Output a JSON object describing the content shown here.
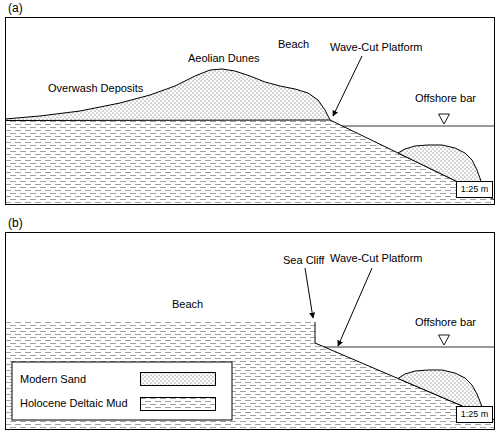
{
  "diagram": {
    "nodes": [
      {
        "text": [
          "(a)"
        ]
      },
      {
        "text": [
          "1:25 m"
        ],
        "in": 0
      },
      {
        "text": [
          "(b)"
        ]
      },
      {
        "text": [
          "1:25 m"
        ],
        "in": 2
      }
    ],
    "labels": [
      "Overwash Deposits",
      "Aeolian Dunes",
      "Beach",
      "Wave-Cut Platform",
      "Offshore bar",
      "Sea Cliff",
      "Beach",
      "Wave-Cut Platform",
      "Offshore bar"
    ],
    "legend": [
      {
        "text": "Modern Sand"
      },
      {
        "text": "Holocene Deltaic Mud"
      }
    ]
  }
}
